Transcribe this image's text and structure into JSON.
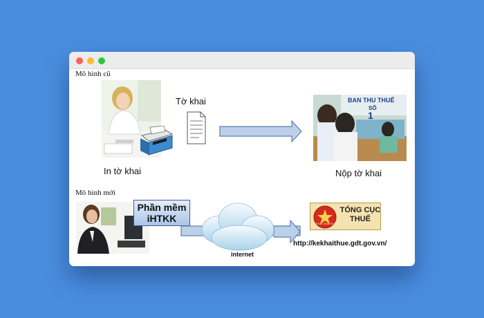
{
  "window": {
    "controls": [
      "close",
      "minimize",
      "maximize"
    ]
  },
  "old_model": {
    "label": "Mô hình cũ",
    "declaration_label": "Tờ khai",
    "print_caption": "In tờ khai",
    "submit_caption": "Nộp tờ khai",
    "office_sign_line1": "BAN THU THUẾ",
    "office_sign_line2": "SỐ",
    "office_sign_number": "1"
  },
  "new_model": {
    "label": "Mô hình mới",
    "software_line1": "Phần mềm",
    "software_line2": "iHTKK",
    "internet_label": "internet",
    "tax_dept_line1": "TỔNG CỤC",
    "tax_dept_line2": "THUẾ",
    "emblem_text": "THUẾ NHÀ NƯỚC",
    "url": "http://kekhaithue.gdt.gov.vn/"
  },
  "colors": {
    "background": "#4a8ddf",
    "arrow_fill": "#bcd0ea",
    "arrow_stroke": "#5a7fb0"
  }
}
